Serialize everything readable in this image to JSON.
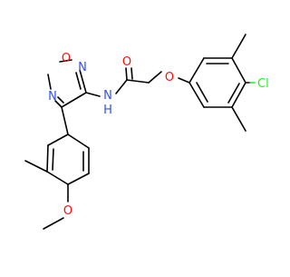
{
  "molecule": {
    "colors": {
      "bond": "#000000",
      "oxygen": "#ff0d0d",
      "nitrogen": "#3050f8",
      "chlorine": "#1ff01f"
    },
    "atom_labels": {
      "ring_o": "O",
      "ring_n_top": "N",
      "ring_n_left": "N",
      "amide_n": "N",
      "amide_h": "H",
      "carbonyl_o": "O",
      "ether_o": "O",
      "chlorine": "Cl",
      "methoxy_o": "O"
    }
  }
}
